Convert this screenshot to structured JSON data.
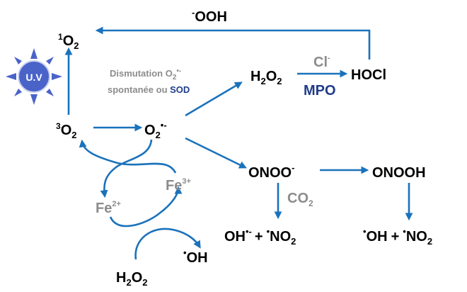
{
  "colors": {
    "arrow": "#1a72bb",
    "grey_label": "#8c8c8c",
    "navy_label": "#1f3c88",
    "sun": "#4a63c9"
  },
  "sun": {
    "label": "U.V",
    "icon": "sun-icon"
  },
  "species": {
    "singlet_o2": {
      "sup": "1",
      "base": "O",
      "sub": "2"
    },
    "triplet_o2": {
      "sup": "3",
      "base": "O",
      "sub": "2"
    },
    "superoxide": {
      "base": "O",
      "sub": "2",
      "sup": "•-"
    },
    "hydroperoxyl": {
      "sup": "-",
      "base": "OOH"
    },
    "h2o2_top": {
      "base1": "H",
      "sub": "2",
      "base2": "O",
      "sub2": "2"
    },
    "hocl": "HOCl",
    "chloride": {
      "base": "Cl",
      "sup": "-"
    },
    "mpo": "MPO",
    "dismutation": {
      "line1": "Dismutation O",
      "line1_sub": "2",
      "line1_sup": "•-",
      "line2": "spontanée ou",
      "sod": "SOD"
    },
    "peroxynitrite": {
      "base": "ONOO",
      "sup": "-"
    },
    "peroxynitrous": "ONOOH",
    "co2": {
      "base": "CO",
      "sub": "2"
    },
    "products_left": {
      "oh": "OH",
      "oh_sup": "•-",
      "plus": "+",
      "dot": "•",
      "no": "NO",
      "no_sub": "2"
    },
    "products_right": {
      "dot1": "•",
      "oh": "OH",
      "plus": "+",
      "dot2": "•",
      "no": "NO",
      "no_sub": "2"
    },
    "fe3": {
      "base": "Fe",
      "sup": "3+"
    },
    "fe2": {
      "base": "Fe",
      "sup": "2+"
    },
    "hydroxyl": {
      "dot": "•",
      "base": "OH"
    },
    "h2o2_bottom": {
      "base1": "H",
      "sub": "2",
      "base2": "O",
      "sub2": "2"
    }
  }
}
